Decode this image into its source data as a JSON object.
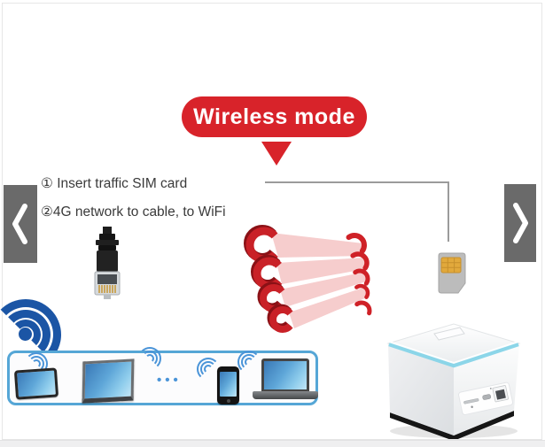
{
  "banner": {
    "label": "Wireless mode",
    "bg_color": "#d8232a",
    "text_color": "#ffffff"
  },
  "steps": {
    "step1": "① Insert traffic SIM card",
    "step2": "②4G network to cable, to WiFi"
  },
  "devices_box": {
    "ellipsis": "•••",
    "border_color": "#55a6d6",
    "devices": [
      "tablet",
      "monitor",
      "smartphone",
      "laptop"
    ]
  },
  "icons": {
    "prev": "chevron-left-icon",
    "next": "chevron-right-icon",
    "wifi": "wifi-signal-icon",
    "ethernet": "ethernet-connector-icon",
    "sim": "sim-card-icon",
    "signal": "red-wireless-beams-icon",
    "router": "cube-router-image"
  },
  "colors": {
    "banner_red": "#d8232a",
    "signal_red": "#c92127",
    "beam_pink": "#f2b6b6",
    "wifi_blue": "#1b55a5",
    "device_wave_blue": "#4a94d8",
    "box_border_blue": "#55a6d6",
    "router_accent_cyan": "#86d4e8",
    "arrow_bg_gray": "#6a6a6a",
    "connector_line_gray": "#9b9b9b",
    "sim_gold": "#e2a93c",
    "text_dark": "#3a3a3a"
  }
}
